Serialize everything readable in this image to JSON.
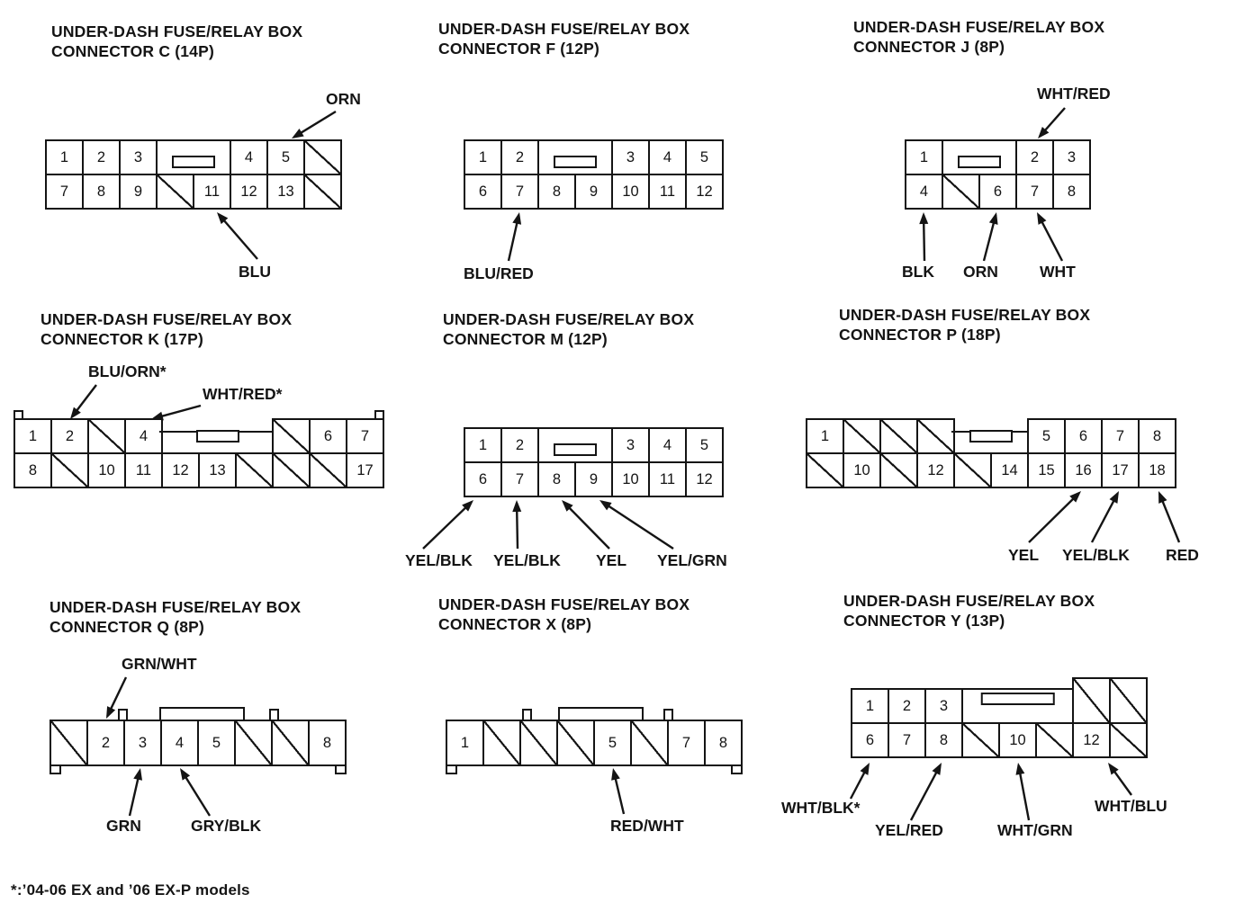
{
  "footnote": "*:’04-06 EX and ’06 EX-P models",
  "connectors": {
    "c": {
      "title1": "UNDER-DASH FUSE/RELAY BOX",
      "title2": "CONNECTOR C (14P)",
      "rows": [
        [
          "1",
          "2",
          "3",
          "G2",
          "4",
          "5",
          "/"
        ],
        [
          "7",
          "8",
          "9",
          "/",
          "11",
          "12",
          "13",
          "/"
        ]
      ],
      "labels": {
        "orn": "ORN",
        "blu": "BLU"
      }
    },
    "f": {
      "title1": "UNDER-DASH FUSE/RELAY BOX",
      "title2": "CONNECTOR F (12P)",
      "rows": [
        [
          "1",
          "2",
          "G2",
          "3",
          "4",
          "5"
        ],
        [
          "6",
          "7",
          "8",
          "9",
          "10",
          "11",
          "12"
        ]
      ],
      "labels": {
        "blu_red": "BLU/RED"
      }
    },
    "j": {
      "title1": "UNDER-DASH FUSE/RELAY BOX",
      "title2": "CONNECTOR J (8P)",
      "rows": [
        [
          "1",
          "G2",
          "2",
          "3"
        ],
        [
          "4",
          "/",
          "6",
          "7",
          "8"
        ]
      ],
      "labels": {
        "wht_red": "WHT/RED",
        "blk": "BLK",
        "orn": "ORN",
        "wht": "WHT"
      }
    },
    "k": {
      "title1": "UNDER-DASH FUSE/RELAY BOX",
      "title2": "CONNECTOR K (17P)",
      "rows": [
        [
          "1",
          "2",
          "/",
          "4",
          "R3",
          "/",
          "6",
          "7"
        ],
        [
          "8",
          "/",
          "10",
          "11",
          "12",
          "13",
          "/",
          "/",
          "/",
          "17"
        ]
      ],
      "labels": {
        "blu_orn": "BLU/ORN*",
        "wht_red": "WHT/RED*"
      }
    },
    "m": {
      "title1": "UNDER-DASH FUSE/RELAY BOX",
      "title2": "CONNECTOR M (12P)",
      "rows": [
        [
          "1",
          "2",
          "G2",
          "3",
          "4",
          "5"
        ],
        [
          "6",
          "7",
          "8",
          "9",
          "10",
          "11",
          "12"
        ]
      ],
      "labels": {
        "yel_blk1": "YEL/BLK",
        "yel_blk2": "YEL/BLK",
        "yel": "YEL",
        "yel_grn": "YEL/GRN"
      }
    },
    "p": {
      "title1": "UNDER-DASH FUSE/RELAY BOX",
      "title2": "CONNECTOR P (18P)",
      "rows": [
        [
          "1",
          "/",
          "/",
          "/",
          "R2",
          "5",
          "6",
          "7",
          "8"
        ],
        [
          "/",
          "10",
          "/",
          "12",
          "/",
          "14",
          "15",
          "16",
          "17",
          "18"
        ]
      ],
      "labels": {
        "yel": "YEL",
        "yel_blk": "YEL/BLK",
        "red": "RED"
      }
    },
    "q": {
      "title1": "UNDER-DASH FUSE/RELAY BOX",
      "title2": "CONNECTOR Q (8P)",
      "rows": [
        [
          "/",
          "2",
          "3",
          "4",
          "5",
          "/",
          "/",
          "8"
        ]
      ],
      "labels": {
        "grn_wht": "GRN/WHT",
        "grn": "GRN",
        "gry_blk": "GRY/BLK"
      }
    },
    "x": {
      "title1": "UNDER-DASH FUSE/RELAY BOX",
      "title2": "CONNECTOR X (8P)",
      "rows": [
        [
          "1",
          "/",
          "/",
          "/",
          "5",
          "/",
          "7",
          "8"
        ]
      ],
      "labels": {
        "red_wht": "RED/WHT"
      }
    },
    "y": {
      "title1": "UNDER-DASH FUSE/RELAY BOX",
      "title2": "CONNECTOR Y (13P)",
      "rows": [
        [
          "1",
          "2",
          "3",
          "G3",
          "S",
          "S"
        ],
        [
          "6",
          "7",
          "8",
          "/",
          "10",
          "/",
          "12",
          "/"
        ]
      ],
      "labels": {
        "wht_blk": "WHT/BLK*",
        "yel_red": "YEL/RED",
        "wht_grn": "WHT/GRN",
        "wht_blu": "WHT/BLU"
      }
    }
  }
}
